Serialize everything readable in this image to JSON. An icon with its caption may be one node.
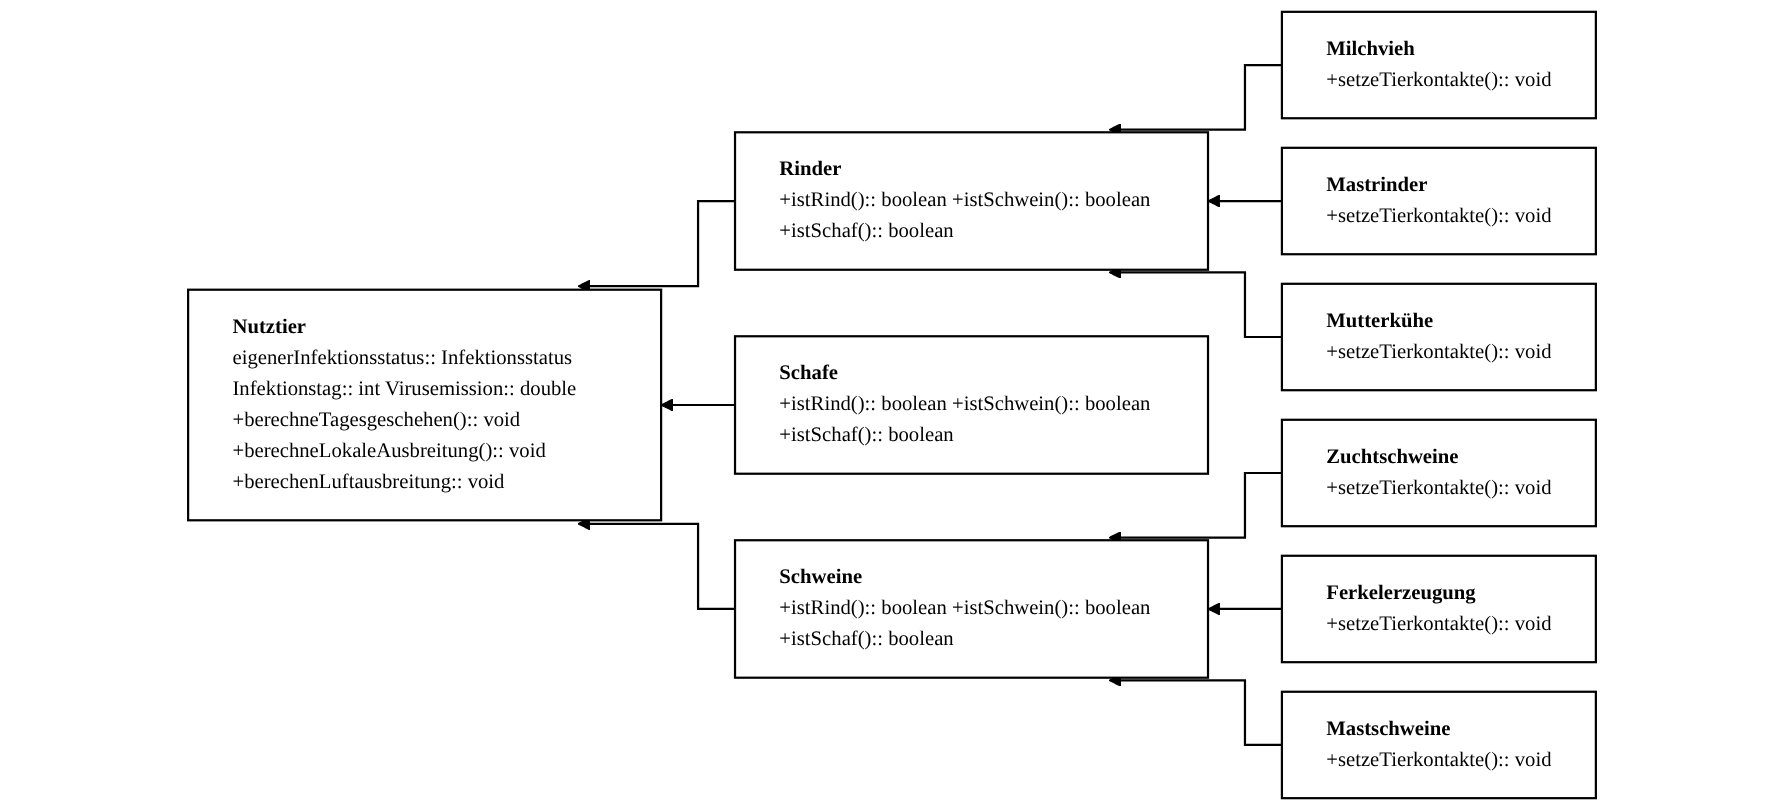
{
  "diagram": {
    "nodes": [
      {
        "text": [
          "Nutztier",
          "eigenerInfektionsstatus:: Infektionsstatus Infektionstag:: int Virusemission:: double",
          "+berechneTagesgeschehen():: void +berechneLokaleAusbreitung():: void +berechenLuftausbreitung:: void"
        ]
      },
      {
        "text": [
          "Rinder",
          "+istRind():: boolean +istSchwein():: boolean +istSchaf():: boolean"
        ]
      },
      {
        "text": [
          "Schafe",
          "+istRind():: boolean +istSchwein():: boolean +istSchaf():: boolean"
        ]
      },
      {
        "text": [
          "Schweine",
          "+istRind():: boolean +istSchwein():: boolean +istSchaf():: boolean"
        ]
      },
      {
        "text": [
          "Milchvieh",
          "+setzeTierkontakte():: void"
        ]
      },
      {
        "text": [
          "Mastrinder",
          "+setzeTierkontakte():: void"
        ]
      },
      {
        "text": [
          "Mutterkühe",
          "+setzeTierkontakte():: void"
        ]
      },
      {
        "text": [
          "Zuchtschweine",
          "+setzeTierkontakte():: void"
        ]
      },
      {
        "text": [
          "Ferkelerzeugung",
          "+setzeTierkontakte():: void"
        ]
      },
      {
        "text": [
          "Mastschweine",
          "+setzeTierkontakte():: void"
        ]
      }
    ],
    "edges": [
      {
        "from": 1,
        "to": 0,
        "arrow": "to"
      },
      {
        "from": 2,
        "to": 0,
        "arrow": "to"
      },
      {
        "from": 3,
        "to": 0,
        "arrow": "to"
      },
      {
        "from": 4,
        "to": 1,
        "arrow": "to"
      },
      {
        "from": 5,
        "to": 1,
        "arrow": "to"
      },
      {
        "from": 6,
        "to": 1,
        "arrow": "to"
      },
      {
        "from": 7,
        "to": 3,
        "arrow": "to"
      },
      {
        "from": 8,
        "to": 3,
        "arrow": "to"
      },
      {
        "from": 9,
        "to": 3,
        "arrow": "to"
      }
    ]
  }
}
